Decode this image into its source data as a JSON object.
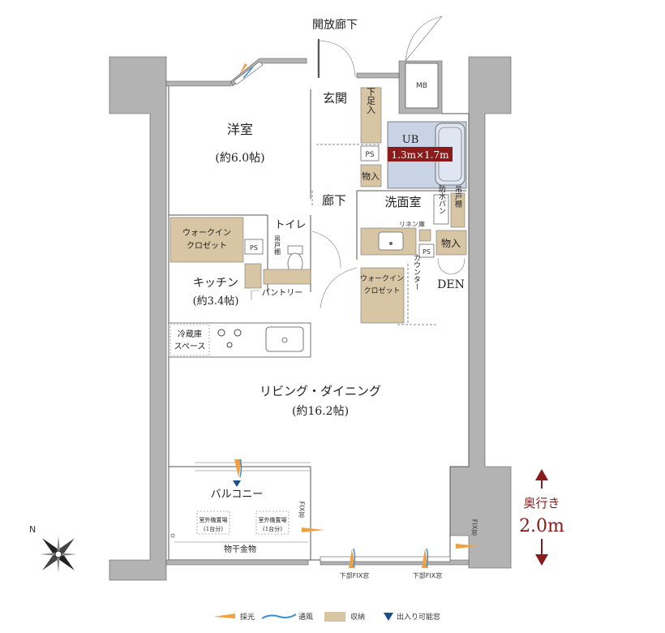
{
  "corridor": "開放廊下",
  "mb": "MB",
  "entrance": "玄関",
  "shoe_storage": "下足入",
  "ps": "PS",
  "storage": "物入",
  "ub": "UB",
  "ub_size": "1.3m×1.7m",
  "western_room": "洋室",
  "western_room_size": "(約6.0帖)",
  "hallway": "廊下",
  "washroom": "洗面室",
  "waterproof_pan": "防水パン",
  "hanging_shelf": "吊戸棚",
  "linen_shelf": "リネン庫",
  "storage2": "物入",
  "den": "DEN",
  "wic1_line1": "ウォークイン",
  "wic1_line2": "クロゼット",
  "toilet": "トイレ",
  "toilet_shelf": "吊戸棚",
  "kitchen": "キッチン",
  "kitchen_size": "(約3.4帖)",
  "pantry": "パントリー",
  "wic2_line1": "ウォークイン",
  "wic2_line2": "クロゼット",
  "counter": "カウンター",
  "fridge_line1": "冷蔵庫",
  "fridge_line2": "スペース",
  "living": "リビング・ダイニング",
  "living_size": "(約16.2帖)",
  "balcony": "バルコニー",
  "ac_unit_line1": "室外機置場",
  "ac_unit_line2": "(1台分)",
  "ac_unit2_line1": "室外機置場",
  "ac_unit2_line2": "(1台分)",
  "laundry": "物干金物",
  "fix_window_left": "FIX窓",
  "fix_window_right": "FIX窓",
  "lower_fix_1": "下部FIX窓",
  "lower_fix_2": "下部FIX窓",
  "depth_label": "奥行き",
  "depth_value": "2.0m",
  "compass": "N",
  "legend": [
    {
      "label": "採光",
      "color": "#f0a040"
    },
    {
      "label": "通風",
      "color": "#3a8fd0"
    },
    {
      "label": "収納",
      "color": "#d8c5a3"
    },
    {
      "label": "出入り可能窓",
      "color": "#1a4f8a"
    }
  ],
  "colors": {
    "wall": "#b3b3b3",
    "storage": "#d8c5a3",
    "bath": "#c8d3e6",
    "accent": "#8b1a1a"
  }
}
